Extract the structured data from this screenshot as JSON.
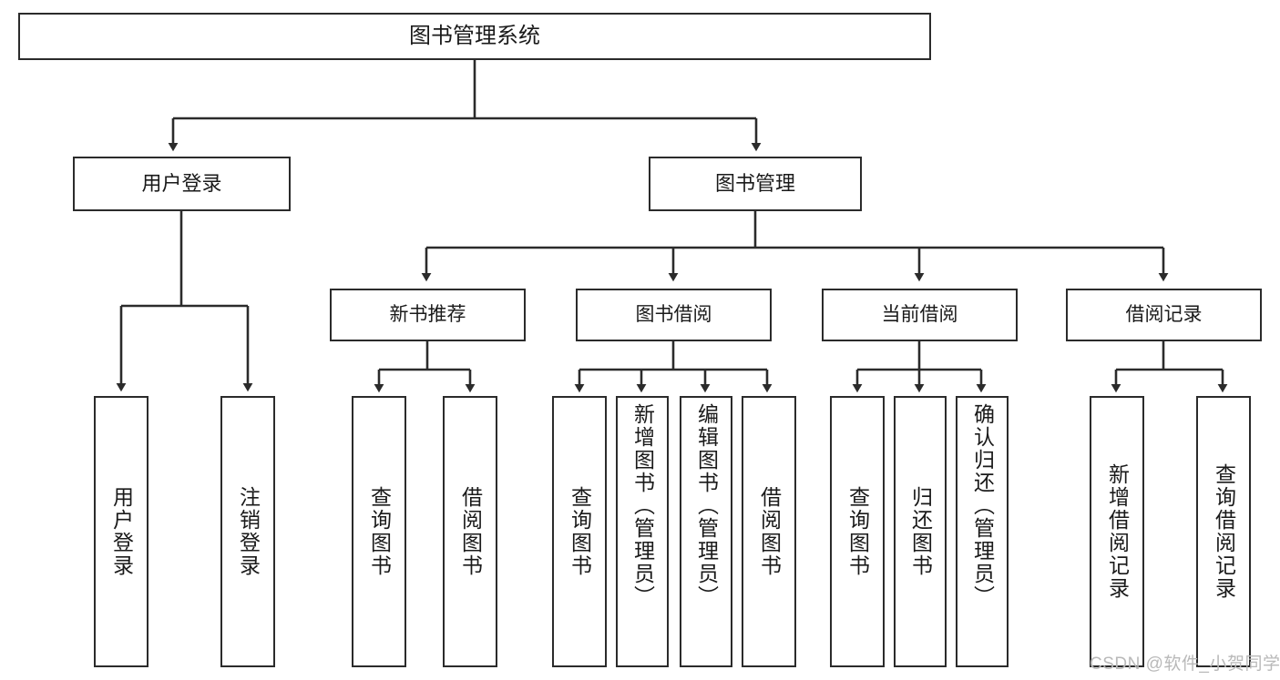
{
  "diagram": {
    "title": "图书管理系统",
    "type": "tree-hierarchy-diagram",
    "colors": {
      "box_border": "#2b2b2b",
      "box_fill": "#ffffff",
      "connector": "#2b2b2b",
      "text": "#1a1a1a",
      "watermark": "#b9b9b9"
    },
    "root": {
      "label": "图书管理系统"
    },
    "level2": [
      {
        "label": "用户登录"
      },
      {
        "label": "图书管理"
      }
    ],
    "level3": [
      {
        "label": "新书推荐"
      },
      {
        "label": "图书借阅"
      },
      {
        "label": "当前借阅"
      },
      {
        "label": "借阅记录"
      }
    ],
    "leaves": {
      "user_login": [
        {
          "label": "用户登录"
        },
        {
          "label": "注销登录"
        }
      ],
      "new_book_recommend": [
        {
          "label": "查询图书"
        },
        {
          "label": "借阅图书"
        }
      ],
      "book_borrow": [
        {
          "label": "查询图书"
        },
        {
          "label": "新增图书（管理员）"
        },
        {
          "label": "编辑图书（管理员）"
        },
        {
          "label": "借阅图书"
        }
      ],
      "current_borrow": [
        {
          "label": "查询图书"
        },
        {
          "label": "归还图书"
        },
        {
          "label": "确认归还（管理员）"
        }
      ],
      "borrow_record": [
        {
          "label": "新增借阅记录"
        },
        {
          "label": "查询借阅记录"
        }
      ]
    }
  },
  "watermark": {
    "text": "CSDN @软件_小贺同学"
  }
}
